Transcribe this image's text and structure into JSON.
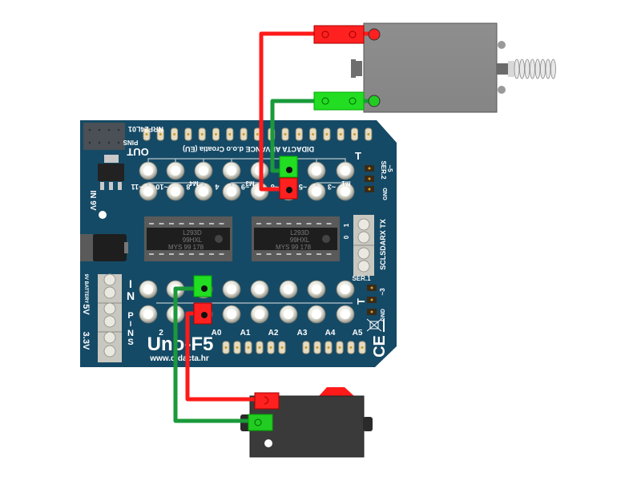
{
  "board": {
    "name": "Uno-F5",
    "website": "www.didacta.hr",
    "maker_text": "DIDACTA ADVANCE d.o.o Croatia (EU)",
    "color": "#154a66",
    "labels": {
      "out": "OUT",
      "pins": "PINS",
      "gnd_arrow": "GND",
      "nrf": "NRF24L01",
      "in_9v": "IN 9V",
      "ser2": "SER.2",
      "ser2_pin": "~5",
      "ser2_gnd": "GND",
      "ser1": "SER.1",
      "ser1_pin": "~3",
      "ser1_gnd": "GND",
      "serial": "SCLSDARX TX",
      "serial_0": "0",
      "serial_1": "1",
      "battery": "9V BATTERY",
      "v5": "5V",
      "v33": "3.3V",
      "in_pins": "IN PINS",
      "ce": "CE"
    },
    "out_row_top": [
      "",
      "",
      "",
      "",
      "",
      "",
      "",
      ""
    ],
    "out_row_bottom": [
      "~11",
      "~10",
      "8",
      "4",
      "~9",
      "~6",
      "~5",
      "~3"
    ],
    "motor_groups": [
      "M4",
      "M3",
      "M2",
      "M1"
    ],
    "in_row_bottom": [
      "2",
      "",
      "A0",
      "A1",
      "A2",
      "A3",
      "A4",
      "A5"
    ],
    "chips": [
      {
        "line1": "L293D",
        "line2": "99HXL",
        "line3": "MYS 99 178"
      },
      {
        "line1": "L293D",
        "line2": "99HXL",
        "line3": "MYS 99 178"
      }
    ]
  },
  "components": {
    "solenoid": {
      "name": "solenoid-actuator",
      "color": "#8a8a8a"
    },
    "switch": {
      "name": "rocker-switch",
      "color": "#3a3a3a"
    }
  },
  "wires": [
    {
      "from": "solenoid-red",
      "to": "out-pin-5",
      "color": "#ff1a1a"
    },
    {
      "from": "solenoid-green",
      "to": "out-top-pin",
      "color": "#1a9a3a"
    },
    {
      "from": "switch-red",
      "to": "in-pin-bottom",
      "color": "#ff1a1a"
    },
    {
      "from": "switch-green",
      "to": "in-pin-top",
      "color": "#1a9a3a"
    }
  ]
}
